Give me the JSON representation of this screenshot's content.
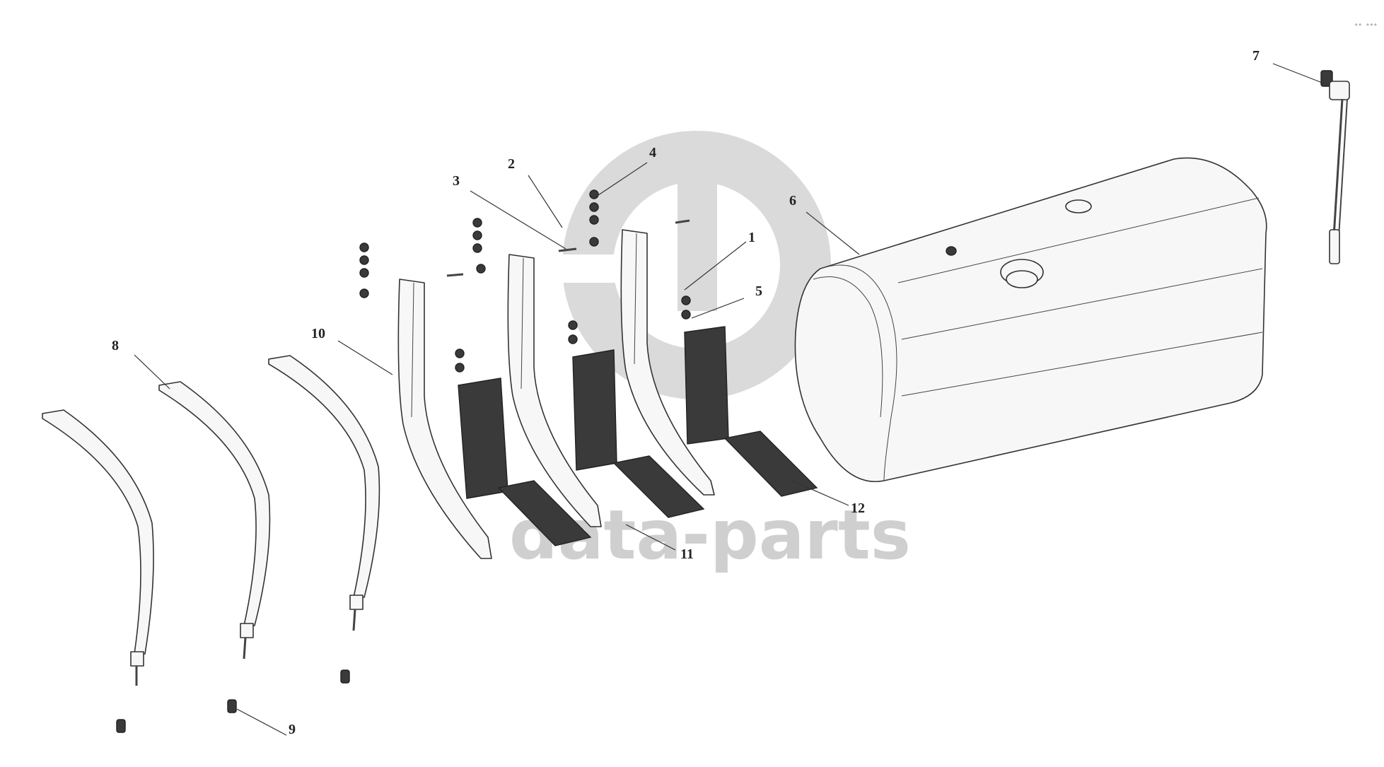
{
  "callouts": [
    "1",
    "2",
    "3",
    "4",
    "5",
    "6",
    "7",
    "8",
    "9",
    "10",
    "11",
    "12"
  ],
  "watermark": {
    "brand_text": "data-parts",
    "logo_color": "#d4d4d4"
  },
  "corner_mark": "°° °°°"
}
